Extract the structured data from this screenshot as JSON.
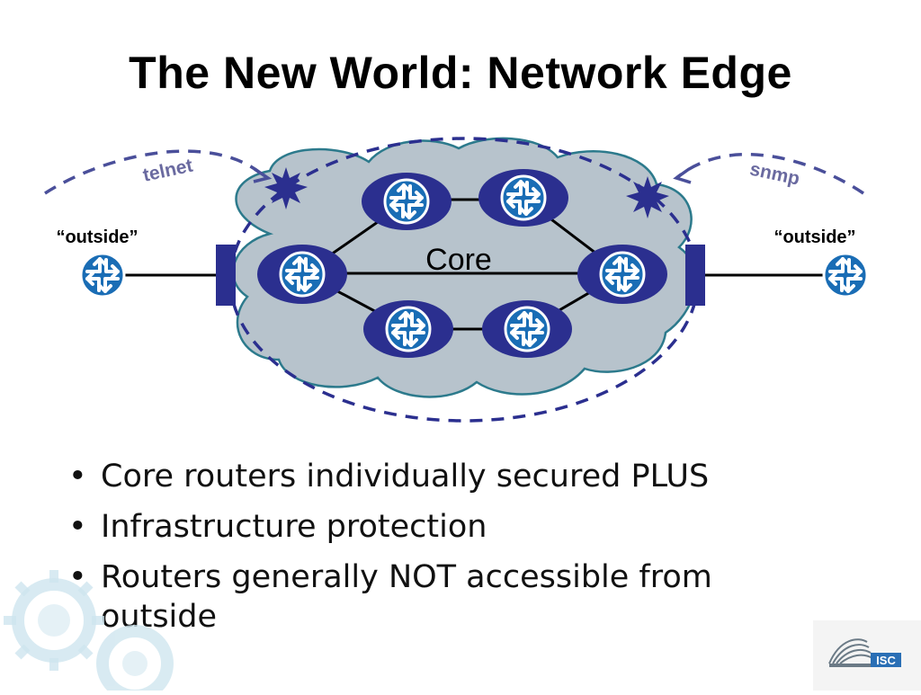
{
  "slide": {
    "title": "The New World: Network Edge"
  },
  "diagram": {
    "core_label": "Core",
    "left_outside_label": "“outside”",
    "right_outside_label": "“outside”",
    "left_protocol_label": "telnet",
    "right_protocol_label": "snmp",
    "colors": {
      "cloud": "#b7c3cc",
      "cloud_stroke": "#2c7a8c",
      "router_outer": "#2b2f8f",
      "router_inner": "#1a6db5",
      "boundary": "#2b2f8f",
      "protocol_text": "#6a6aa0"
    },
    "icons": [
      "router-icon",
      "starburst-icon",
      "edge-filter-icon"
    ]
  },
  "bullets": [
    "Core routers individually secured PLUS",
    "Infrastructure protection",
    "Routers generally NOT accessible from outside"
  ],
  "logo": {
    "text": "ISC"
  }
}
